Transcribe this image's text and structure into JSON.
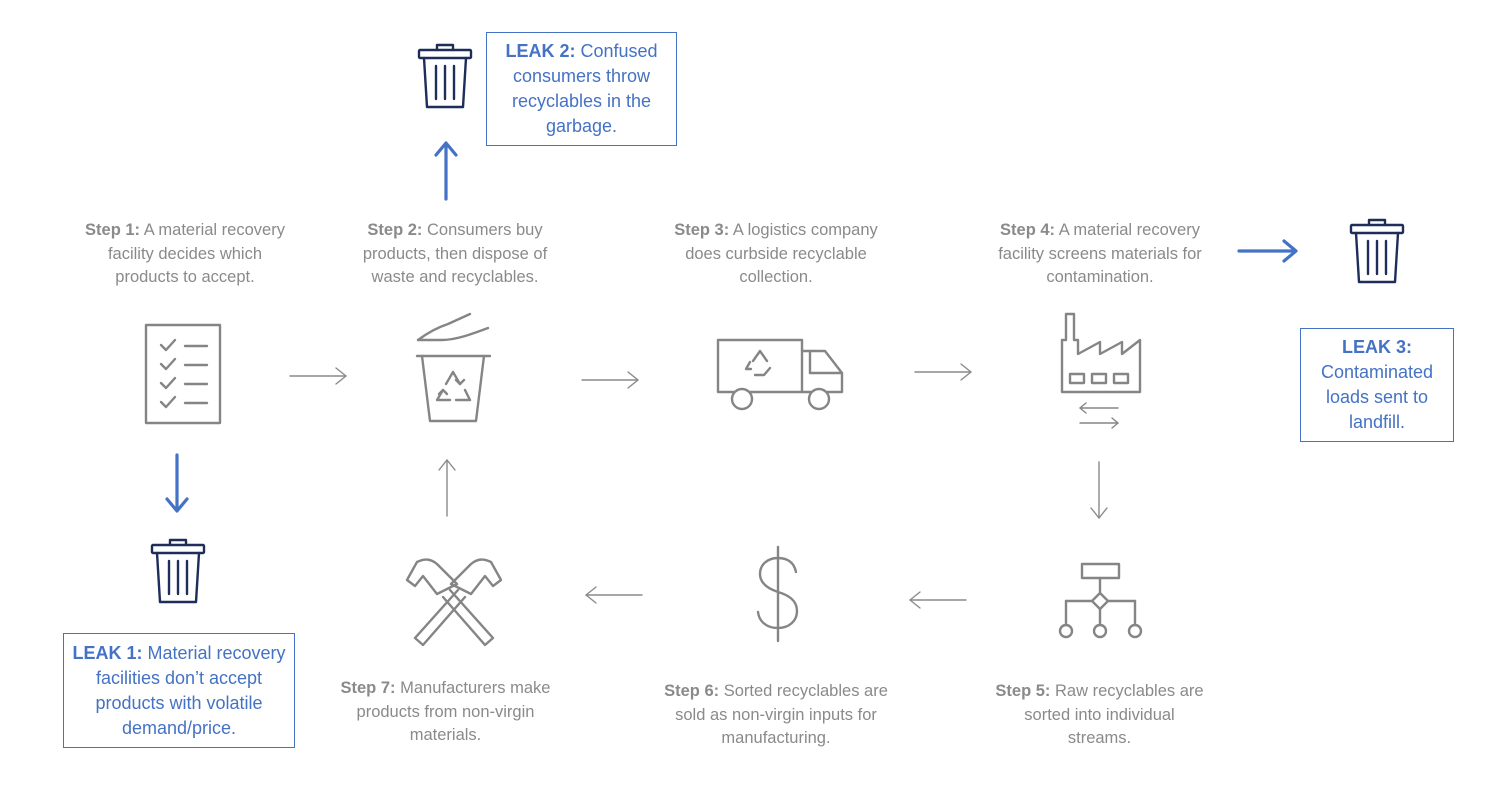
{
  "steps": [
    {
      "label": "Step 1:",
      "text": "A material recovery facility decides which products to accept.",
      "icon": "checklist-icon"
    },
    {
      "label": "Step 2:",
      "text": "Consumers buy products, then dispose of waste and recyclables.",
      "icon": "recycling-bin-icon"
    },
    {
      "label": "Step 3:",
      "text": "A logistics company does curbside recyclable collection.",
      "icon": "truck-icon"
    },
    {
      "label": "Step 4:",
      "text": "A material recovery facility screens materials for contamination.",
      "icon": "factory-icon"
    },
    {
      "label": "Step 5:",
      "text": "Raw recyclables are sorted into individual streams.",
      "icon": "flowchart-icon"
    },
    {
      "label": "Step 6:",
      "text": "Sorted recyclables are sold as non-virgin inputs for manufacturing.",
      "icon": "dollar-icon"
    },
    {
      "label": "Step 7:",
      "text": "Manufacturers make products from non-virgin materials.",
      "icon": "hammers-icon"
    }
  ],
  "leaks": [
    {
      "label": "LEAK 1:",
      "text": "Material recovery facilities don’t accept products with volatile demand/price."
    },
    {
      "label": "LEAK 2:",
      "text": "Confused consumers throw recyclables in the garbage."
    },
    {
      "label": "LEAK 3:",
      "text": "Contaminated loads sent to landfill."
    }
  ],
  "colors": {
    "step_text": "#8a8a8a",
    "leak_blue": "#4472c4",
    "bin_navy": "#1f2d5a"
  }
}
